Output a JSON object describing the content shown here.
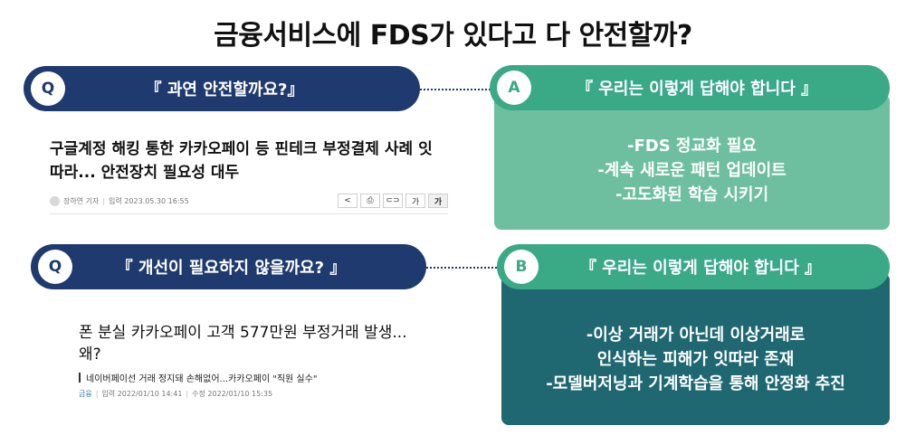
{
  "title": "금융서비스에 FDS가 있다고 다 안전할까?",
  "q1": {
    "badge": "Q",
    "label": "『 과연 안전할까요?』",
    "article": {
      "headline_line1": "구글계정 해킹 통한 카카오페이 등 핀테크 부정결제 사례 잇",
      "headline_line2": "따라... 안전장치 필요성 대두",
      "author": "장하연 기자",
      "date": "입력 2023.05.30 16:55",
      "tools": [
        "<",
        "⎙",
        "⊂⊃",
        "가",
        "가"
      ]
    }
  },
  "q2": {
    "badge": "Q",
    "label": "『 개선이 필요하지 않을까요? 』",
    "article": {
      "headline_line1": "폰 분실 카카오페이 고객 577만원 부정거래 발생...",
      "headline_line2": "왜?",
      "subheadline": "네이버페이선 거래 정지돼 손해없어...카카오페이 \"직원 실수\"",
      "section": "금융",
      "date_input": "입력 2022/01/10 14:41",
      "date_modified": "수정 2022/01/10 15:35"
    }
  },
  "a1": {
    "badge": "A",
    "label": "『 우리는 이렇게 답해야 합니다 』",
    "lines": [
      "-FDS 정교화 필요",
      "-계속 새로운 패턴 업데이트",
      "-고도화된 학습 시키기"
    ],
    "colors": {
      "pill": "#3aa985",
      "box": "#6dbfa0"
    }
  },
  "a2": {
    "badge": "B",
    "label": "『 우리는 이렇게 답해야 합니다 』",
    "lines": [
      "-이상 거래가 아닌데 이상거래로",
      "인식하는 피해가 잇따라 존재",
      "-모델버저닝과 기계학습을 통해 안정화 추진"
    ],
    "colors": {
      "pill": "#3aa985",
      "box": "#1f6872"
    }
  },
  "colors": {
    "question_pill": "#1f3a6e"
  }
}
